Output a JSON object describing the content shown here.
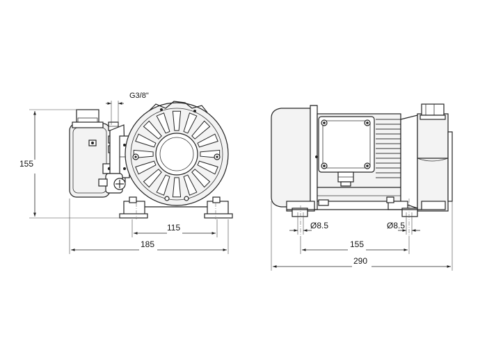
{
  "drawing": {
    "front_view": {
      "thread_label": "G3/8\"",
      "height_label": "155",
      "mount_width_label": "115",
      "overall_width_label": "185"
    },
    "side_view": {
      "hole_left_label": "Ø8.5",
      "hole_right_label": "Ø8.5",
      "mount_length_label": "155",
      "overall_length_label": "290"
    }
  }
}
